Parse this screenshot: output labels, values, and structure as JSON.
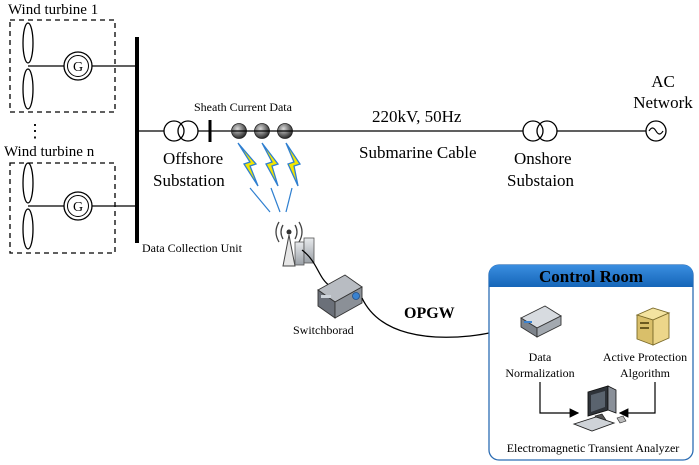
{
  "labels": {
    "wind_turbine_1": "Wind turbine 1",
    "ellipsis": "⋮",
    "wind_turbine_n": "Wind turbine n",
    "generator_symbol": "G",
    "sheath_current_data": "Sheath Current Data",
    "voltage_frequency": "220kV, 50Hz",
    "submarine_cable": "Submarine Cable",
    "offshore_substation_line1": "Offshore",
    "offshore_substation_line2": "Substation",
    "onshore_substation_line1": "Onshore",
    "onshore_substation_line2": "Substaion",
    "ac_network_line1": "AC",
    "ac_network_line2": "Network",
    "data_collection_unit": "Data Collection Unit",
    "switchboard": "Switchborad",
    "opgw": "OPGW",
    "control_room_title": "Control Room",
    "data_normalization_line1": "Data",
    "data_normalization_line2": "Normalization",
    "active_protection_line1": "Active Protection",
    "active_protection_line2": "Algorithm",
    "electromagnetic_transient_analyzer": "Electromagnetic Transient Analyzer"
  },
  "colors": {
    "line": "#000000",
    "control_room_header": "#1a73c6",
    "control_room_border": "#2d6db3",
    "lightning_fill": "#f2e600",
    "lightning_stroke": "#2f7fd0",
    "equipment_gray": "#8a8f96",
    "equipment_dark": "#4a4f56"
  }
}
